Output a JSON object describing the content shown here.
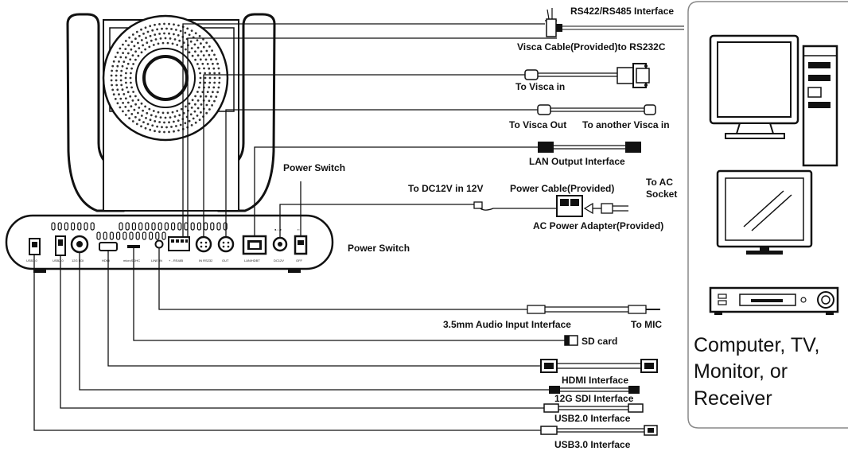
{
  "labels": {
    "rs422": "RS422/RS485 Interface",
    "visca_cable": "Visca Cable(Provided)to RS232C",
    "to_visca_in": "To Visca in",
    "to_visca_out": "To Visca Out",
    "to_another_visca": "To another Visca in",
    "lan_output": "LAN Output Interface",
    "power_switch_top": "Power Switch",
    "to_ac_line1": "To AC",
    "to_ac_line2": "Socket",
    "to_dc12v": "To DC12V in 12V",
    "power_cable": "Power Cable(Provided)",
    "ac_adapter": "AC Power Adapter(Provided)",
    "power_switch_side": "Power Switch",
    "audio_input": "3.5mm Audio Input Interface",
    "to_mic": "To MIC",
    "sd_card": "SD card",
    "hdmi": "HDMI Interface",
    "sdi": "12G SDI Interface",
    "usb2": "USB2.0 Interface",
    "usb3": "USB3.0 Interface"
  },
  "port_labels": {
    "usb3": "USB3.0",
    "usb2": "USB2.0",
    "sdi": "12G SDI",
    "hdmi": "HDMI",
    "micro_sd": "microSDHC",
    "line_in": "LINE IN",
    "rs485": "+ - RS485",
    "rs232": "IN RS232",
    "out": "OUT",
    "lan": "LAN/HDBT",
    "dc": "DC12V",
    "off": "OFF"
  },
  "devices_panel": {
    "line1": "Computer, TV,",
    "line2": "Monitor, or",
    "line3": "Receiver"
  }
}
